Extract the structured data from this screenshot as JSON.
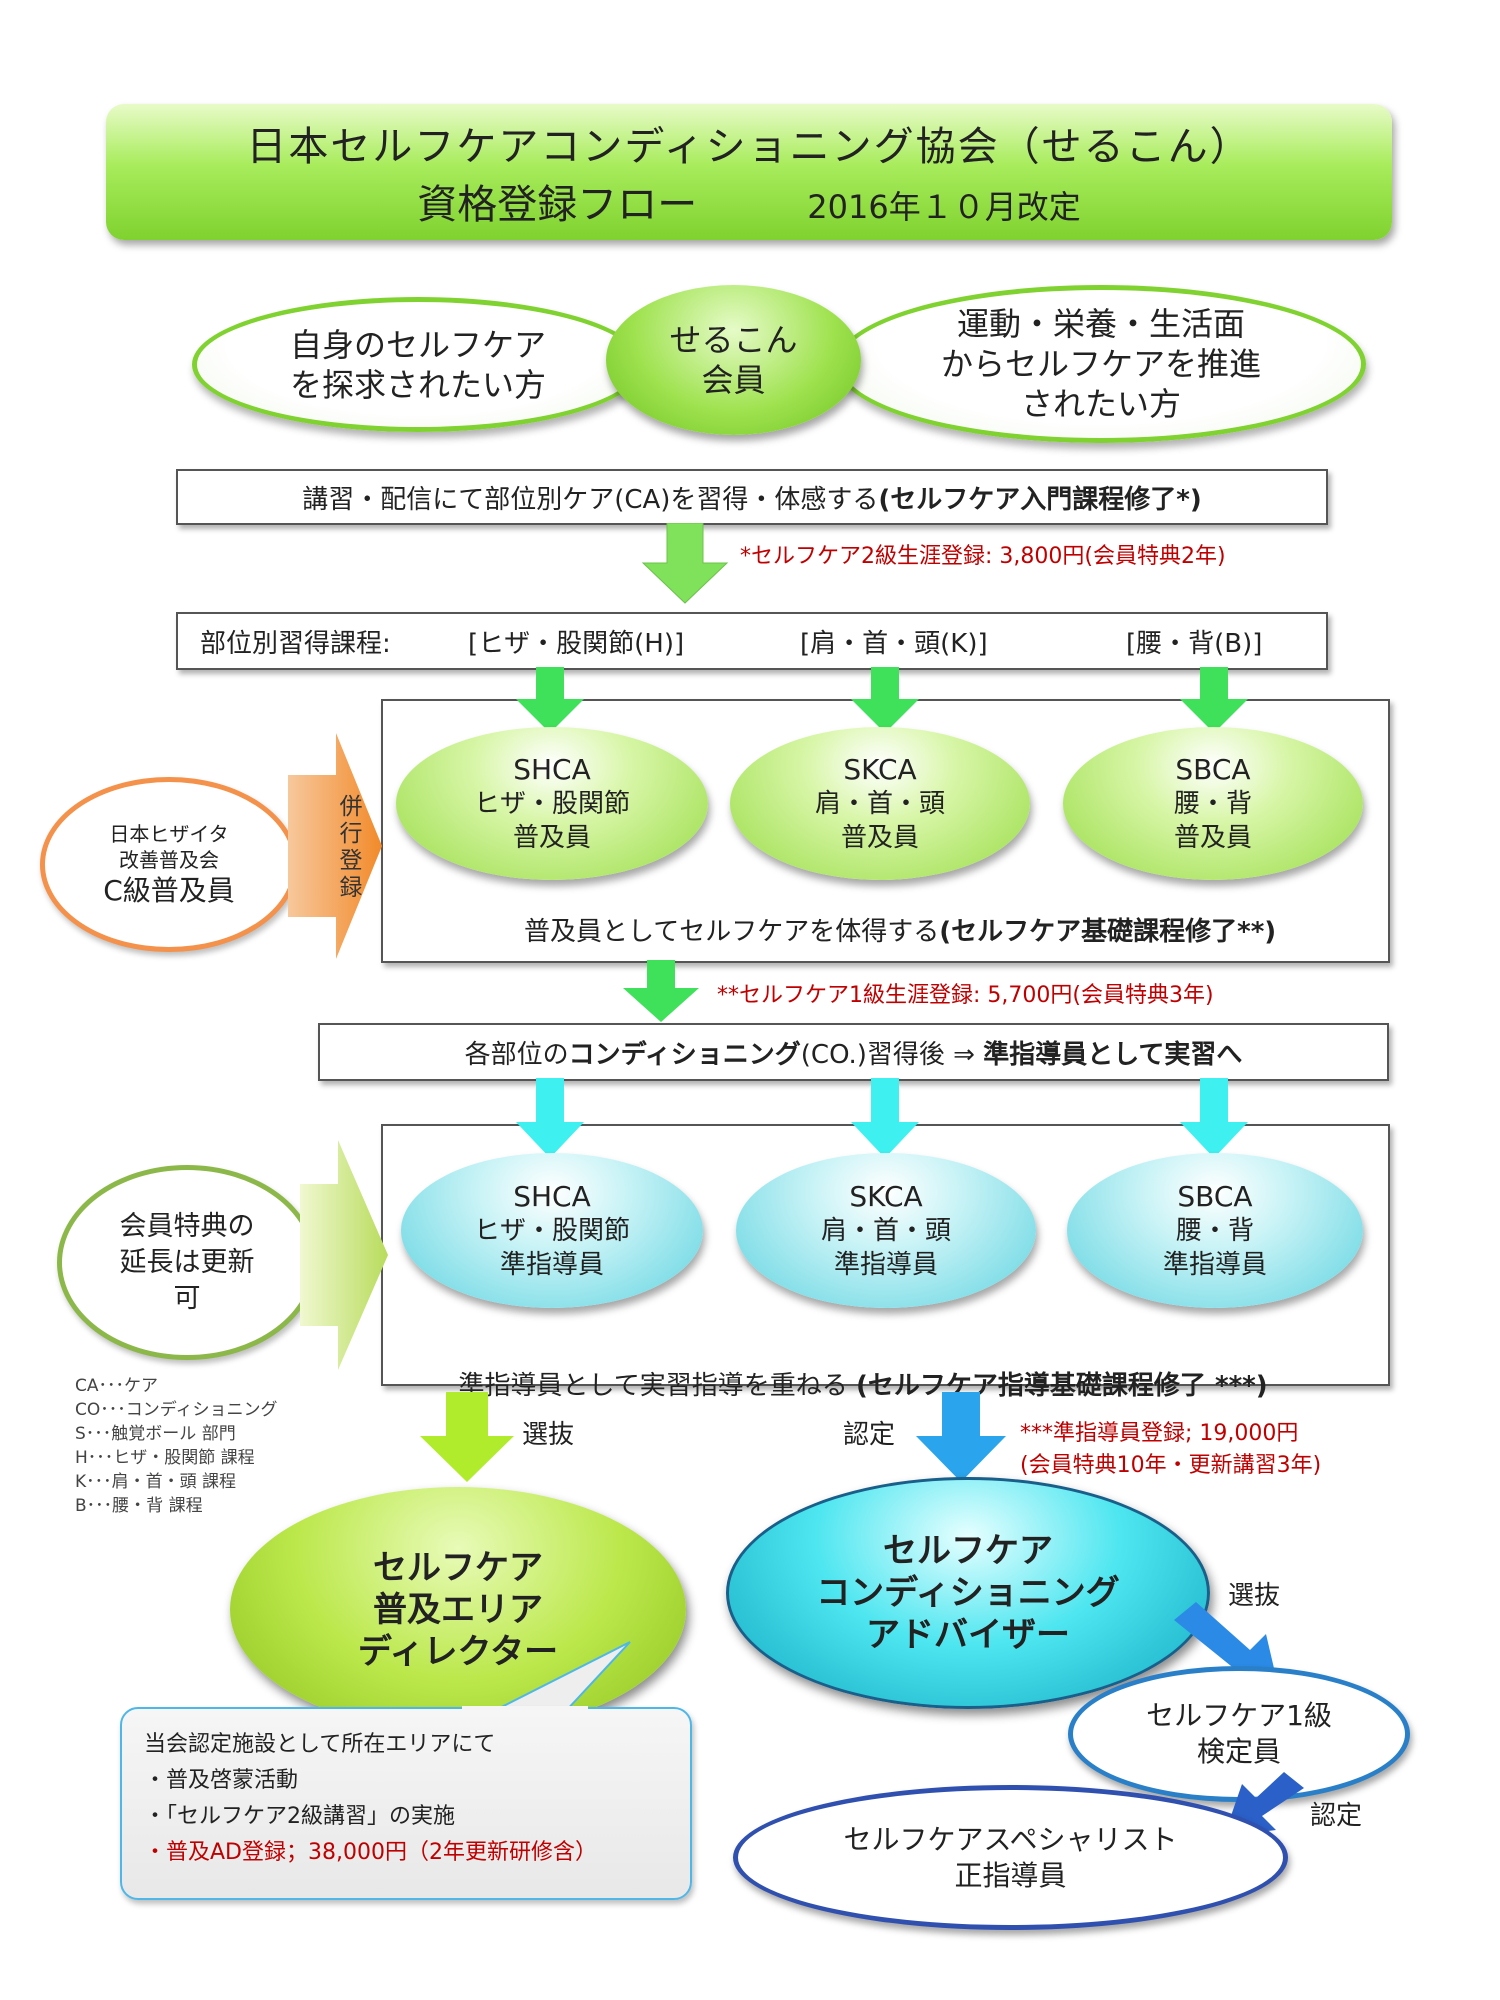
{
  "title": {
    "line1": "日本セルフケアコンディショニング協会（せるこん）",
    "line2": "資格登録フロー",
    "date": "2016年１０月改定"
  },
  "top": {
    "left_lines": [
      "自身のセルフケア",
      "を探求されたい方"
    ],
    "center_lines": [
      "せるこん",
      "会員"
    ],
    "right_lines": [
      "運動・栄養・生活面",
      "からセルフケアを推進",
      "されたい方"
    ]
  },
  "intro_box": {
    "text_normal": "講習・配信にて部位別ケア(CA)を習得・体感する",
    "text_bold": "(セルフケア入門課程修了*)"
  },
  "note1": "*セルフケア2級生涯登録: 3,800円(会員特典2年)",
  "parts_box": {
    "label": "部位別習得課程:",
    "part_h": "[ヒザ・股関節(H)]",
    "part_k": "[肩・首・頭(K)]",
    "part_b": "[腰・背(B)]"
  },
  "level1": {
    "items": [
      {
        "code": "SHCA",
        "part": "ヒザ・股関節",
        "role": "普及員"
      },
      {
        "code": "SKCA",
        "part": "肩・首・頭",
        "role": "普及員"
      },
      {
        "code": "SBCA",
        "part": "腰・背",
        "role": "普及員"
      }
    ],
    "caption_normal": "普及員としてセルフケアを体得する",
    "caption_bold": "(セルフケア基礎課程修了**)"
  },
  "side_orange": {
    "lines": [
      "日本ヒザイタ",
      "改善普及会"
    ],
    "grade": "C級普及員"
  },
  "orange_arrow_label": "併行登録",
  "note2": "**セルフケア1級生涯登録:  5,700円(会員特典3年)",
  "co_box": {
    "text1": "各部位の",
    "text2": "コンディショニング",
    "text3": "(CO.)習得後 ⇒ ",
    "text4": "準指導員として実習へ"
  },
  "level2": {
    "items": [
      {
        "code": "SHCA",
        "part": "ヒザ・股関節",
        "role": "準指導員"
      },
      {
        "code": "SKCA",
        "part": "肩・首・頭",
        "role": "準指導員"
      },
      {
        "code": "SBCA",
        "part": "腰・背",
        "role": "準指導員"
      }
    ],
    "caption_normal": "準指導員として実習指導を重ねる ",
    "caption_bold": "(セルフケア指導基礎課程修了 ***)"
  },
  "side_green": {
    "lines": [
      "会員特典の",
      "延長は更新",
      "可"
    ]
  },
  "legend": [
    "CA･･･ケア",
    "CO･･･コンディショニング",
    "S･･･触覚ボール 部門",
    "H･･･ヒザ・股関節 課程",
    "K･･･肩・首・頭 課程",
    "B･･･腰・背 課程"
  ],
  "labels": {
    "select1": "選抜",
    "certify1": "認定",
    "select2": "選抜",
    "certify2": "認定"
  },
  "note3": {
    "line1": "***準指導員登録;  19,000円",
    "line2": "(会員特典10年・更新講習3年)"
  },
  "director": {
    "lines": [
      "セルフケア",
      "普及エリア",
      "ディレクター"
    ]
  },
  "adviser": {
    "lines": [
      "セルフケア",
      "コンディショニング",
      "アドバイザー"
    ]
  },
  "examiner": {
    "lines": [
      "セルフケア1級",
      "検定員"
    ]
  },
  "specialist": {
    "lines": [
      "セルフケアスペシャリスト",
      "正指導員"
    ]
  },
  "callout": {
    "line1": "当会認定施設として所在エリアにて",
    "line2": "・普及啓蒙活動",
    "line3": "・「セルフケア2級講習」の実施",
    "line4": "・普及AD登録；38,000円（2年更新研修含）"
  },
  "colors": {
    "green": "#7fd22f",
    "cyan": "#3fd8e6",
    "blue": "#2a9fe6",
    "orange": "#f4914a",
    "red": "#c00000"
  }
}
